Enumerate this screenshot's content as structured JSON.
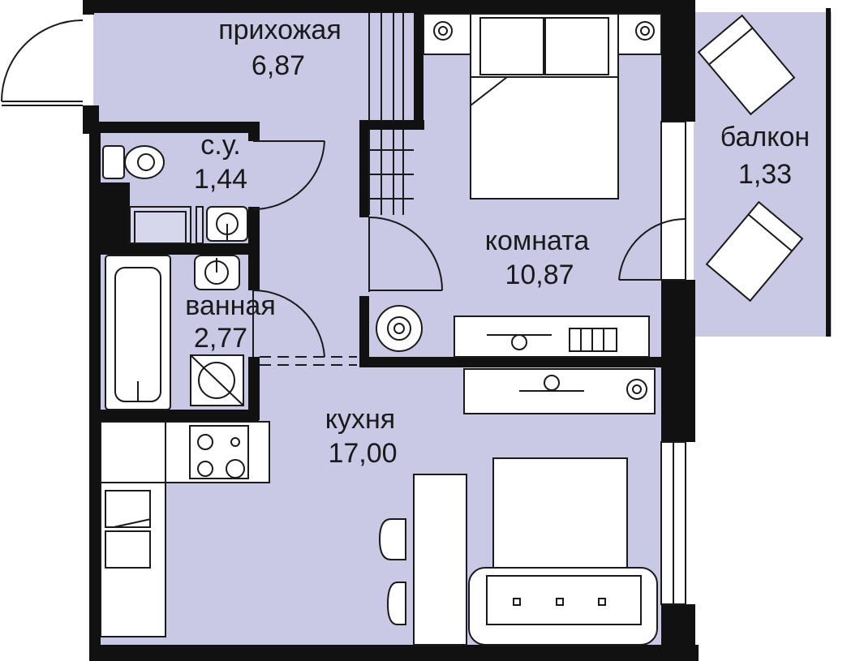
{
  "colors": {
    "floor": "#c9c9e6",
    "wall": "#111111",
    "line": "#1a1a1a"
  },
  "rooms": [
    {
      "id": "hall",
      "name": "прихожая",
      "area": "6,87"
    },
    {
      "id": "wc",
      "name": "с.у.",
      "area": "1,44"
    },
    {
      "id": "bath",
      "name": "ванная",
      "area": "2,77"
    },
    {
      "id": "room",
      "name": "комната",
      "area": "10,87"
    },
    {
      "id": "balcony",
      "name": "балкон",
      "area": "1,33"
    },
    {
      "id": "kitchen",
      "name": "кухня",
      "area": "17,00"
    }
  ],
  "icons": {
    "toilet": "toilet-icon",
    "sink": "sink-icon",
    "bathtub": "bathtub-icon",
    "washer": "washing-machine-icon",
    "bed": "bed-icon",
    "plant": "plant-icon",
    "stove": "stove-icon",
    "sofa": "sofa-icon",
    "lounger": "sun-lounger-icon",
    "chair": "chair-icon"
  }
}
